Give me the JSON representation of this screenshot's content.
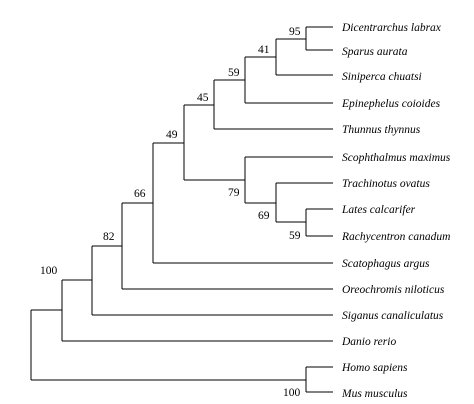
{
  "tree": {
    "line_color": "#000000",
    "taxa": [
      "Dicentrarchus labrax",
      "Sparus aurata",
      "Siniperca chuatsi",
      "Epinephelus coioides",
      "Thunnus thynnus",
      "Scophthalmus maximus",
      "Trachinotus ovatus",
      "Lates calcarifer",
      "Rachycentron canadum",
      "Scatophagus argus",
      "Oreochromis niloticus",
      "Siganus canaliculatus",
      "Danio rerio",
      "Homo sapiens",
      "Mus musculus"
    ],
    "support": {
      "n95": "95",
      "n41": "41",
      "n59a": "59",
      "n45": "45",
      "n49": "49",
      "n79": "79",
      "n69": "69",
      "n59b": "59",
      "n66": "66",
      "n82": "82",
      "n100a": "100",
      "n100b": "100"
    }
  }
}
